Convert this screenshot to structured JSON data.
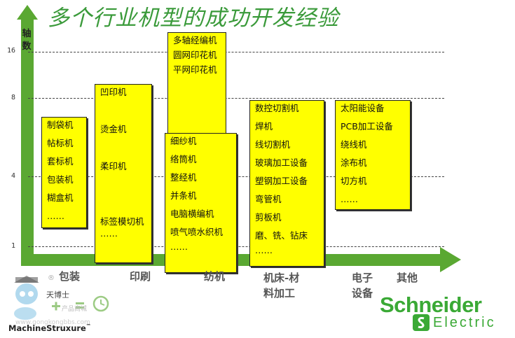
{
  "title": "多个行业机型的成功开发经验",
  "y_axis": {
    "label": "轴数",
    "ticks": [
      "16",
      "8",
      "4",
      "1"
    ]
  },
  "categories": [
    {
      "id": "packaging",
      "label": "包装",
      "items": [
        "制袋机",
        "帖标机",
        "套标机",
        "包装机",
        "糊盒机",
        "……"
      ]
    },
    {
      "id": "printing",
      "label": "印刷",
      "items": [
        "凹印机",
        "烫金机",
        "柔印机",
        "标签模切机",
        "……"
      ]
    },
    {
      "id": "textile",
      "label": "纺机",
      "items_top": [
        "多轴经编机",
        "圆网印花机",
        "平网印花机"
      ],
      "items": [
        "细纱机",
        "络筒机",
        "整经机",
        "并条机",
        "电脑横编机",
        "喷气喷水织机",
        "……"
      ]
    },
    {
      "id": "machine_tool",
      "label": "机床-材料加工",
      "label_lines": [
        "机床-材",
        "料加工"
      ],
      "items": [
        "数控切割机",
        "焊机",
        "线切割机",
        "玻璃加工设备",
        "塑钢加工设备",
        "弯管机",
        "剪板机",
        "磨、铣、钻床",
        "……"
      ]
    },
    {
      "id": "electronics",
      "label": "电子设备",
      "label_lines": [
        "电子",
        "设备"
      ],
      "items": [
        "太阳能设备",
        "PCB加工设备",
        "绕线机",
        "涂布机",
        "切方机",
        "……"
      ]
    },
    {
      "id": "other",
      "label": "其他"
    }
  ],
  "watermark": {
    "reg_mark": "®",
    "doctor": "天博士",
    "store": "产品商城",
    "url": "www.gongkongbbs.com",
    "brand": "Machine",
    "brand_suffix": "Struxure",
    "brand_tm": "™"
  },
  "logo": {
    "name": "Schneider",
    "sub": "Electric"
  },
  "colors": {
    "axis": "#5aa832",
    "box_fill": "#ffff00",
    "title": "#3a9a3a",
    "logo": "#3aa935"
  }
}
